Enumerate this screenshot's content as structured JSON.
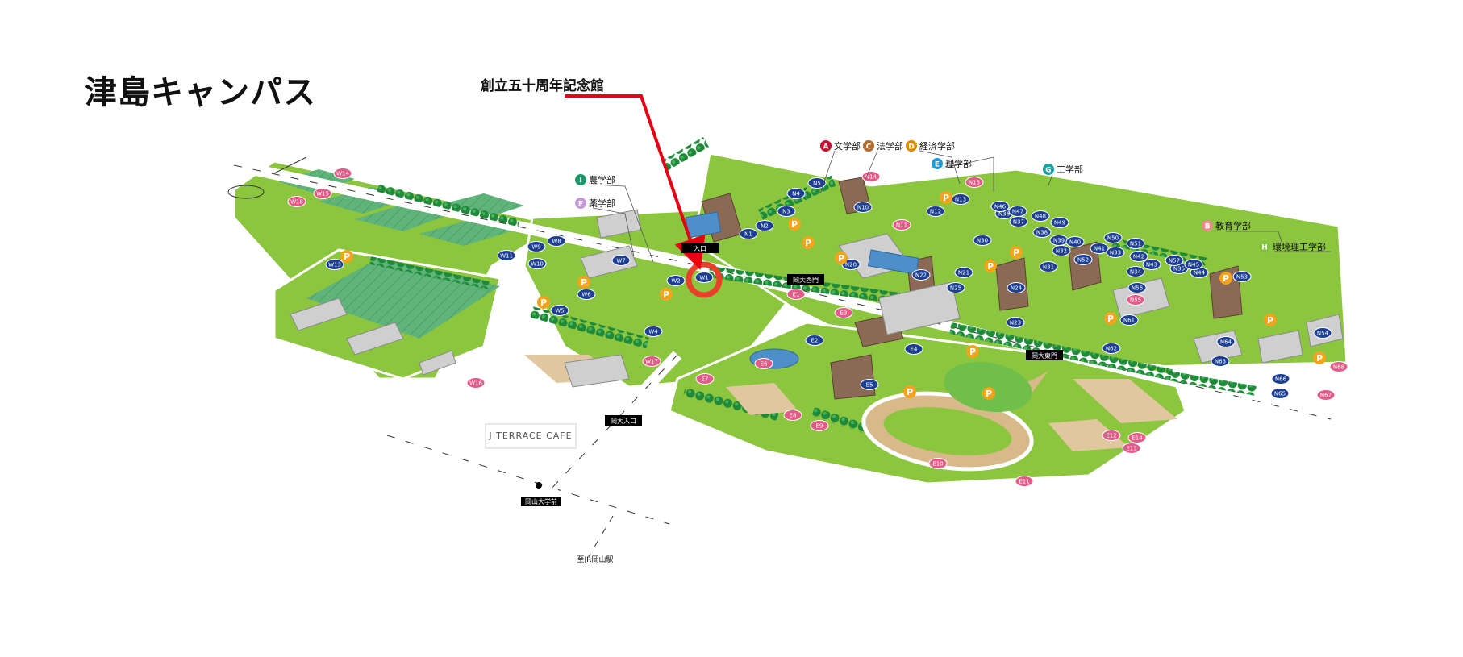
{
  "map": {
    "title": "津島キャンパス",
    "callout": "創立五十周年記念館",
    "faculties": [
      {
        "letter": "A",
        "name": "文学部",
        "color": "#c8102e"
      },
      {
        "letter": "C",
        "name": "法学部",
        "color": "#b46a2a"
      },
      {
        "letter": "D",
        "name": "経済学部",
        "color": "#e08a00"
      },
      {
        "letter": "E",
        "name": "理学部",
        "color": "#1e9bd7"
      },
      {
        "letter": "G",
        "name": "工学部",
        "color": "#1aa3a3"
      },
      {
        "letter": "I",
        "name": "農学部",
        "color": "#1a9a6a"
      },
      {
        "letter": "F",
        "name": "薬学部",
        "color": "#c79ad6"
      },
      {
        "letter": "B",
        "name": "教育学部",
        "color": "#e98a8a"
      },
      {
        "letter": "H",
        "name": "環境理工学部",
        "color": "#7fc241"
      }
    ],
    "gates": {
      "north": "入口",
      "west": "岡大西門",
      "east": "岡大東門",
      "south": "岡大入口"
    },
    "cafe": "J TERRACE CAFE",
    "bus_stop": "岡山大学前",
    "station": "至JR岡山駅",
    "buildings": [
      {
        "id": "W1",
        "kind": "blue"
      },
      {
        "id": "W2",
        "kind": "blue"
      },
      {
        "id": "W4",
        "kind": "blue"
      },
      {
        "id": "W5",
        "kind": "blue"
      },
      {
        "id": "W6",
        "kind": "blue"
      },
      {
        "id": "W7",
        "kind": "blue"
      },
      {
        "id": "W8",
        "kind": "blue"
      },
      {
        "id": "W9",
        "kind": "blue"
      },
      {
        "id": "W10",
        "kind": "blue"
      },
      {
        "id": "W11",
        "kind": "blue"
      },
      {
        "id": "W13",
        "kind": "blue"
      },
      {
        "id": "W14",
        "kind": "pink"
      },
      {
        "id": "W15",
        "kind": "pink"
      },
      {
        "id": "W16",
        "kind": "pink"
      },
      {
        "id": "W17",
        "kind": "pink"
      },
      {
        "id": "W18",
        "kind": "pink"
      },
      {
        "id": "N1",
        "kind": "blue"
      },
      {
        "id": "N2",
        "kind": "blue"
      },
      {
        "id": "N3",
        "kind": "blue"
      },
      {
        "id": "N4",
        "kind": "blue"
      },
      {
        "id": "N5",
        "kind": "blue"
      },
      {
        "id": "N10",
        "kind": "blue"
      },
      {
        "id": "N12",
        "kind": "blue"
      },
      {
        "id": "N13",
        "kind": "blue"
      },
      {
        "id": "N14",
        "kind": "pink"
      },
      {
        "id": "N15",
        "kind": "pink"
      },
      {
        "id": "N11",
        "kind": "pink"
      },
      {
        "id": "N20",
        "kind": "blue"
      },
      {
        "id": "N21",
        "kind": "blue"
      },
      {
        "id": "N22",
        "kind": "blue"
      },
      {
        "id": "N23",
        "kind": "blue"
      },
      {
        "id": "N24",
        "kind": "blue"
      },
      {
        "id": "N25",
        "kind": "blue"
      },
      {
        "id": "N30",
        "kind": "blue"
      },
      {
        "id": "N31",
        "kind": "blue"
      },
      {
        "id": "N32",
        "kind": "blue"
      },
      {
        "id": "N33",
        "kind": "blue"
      },
      {
        "id": "N34",
        "kind": "blue"
      },
      {
        "id": "N35",
        "kind": "blue"
      },
      {
        "id": "N36",
        "kind": "blue"
      },
      {
        "id": "N37",
        "kind": "blue"
      },
      {
        "id": "N38",
        "kind": "blue"
      },
      {
        "id": "N39",
        "kind": "blue"
      },
      {
        "id": "N40",
        "kind": "blue"
      },
      {
        "id": "N41",
        "kind": "blue"
      },
      {
        "id": "N42",
        "kind": "blue"
      },
      {
        "id": "N43",
        "kind": "blue"
      },
      {
        "id": "N44",
        "kind": "blue"
      },
      {
        "id": "N45",
        "kind": "blue"
      },
      {
        "id": "N46",
        "kind": "blue"
      },
      {
        "id": "N47",
        "kind": "blue"
      },
      {
        "id": "N48",
        "kind": "blue"
      },
      {
        "id": "N49",
        "kind": "blue"
      },
      {
        "id": "N50",
        "kind": "blue"
      },
      {
        "id": "N51",
        "kind": "blue"
      },
      {
        "id": "N52",
        "kind": "blue"
      },
      {
        "id": "N53",
        "kind": "blue"
      },
      {
        "id": "N54",
        "kind": "blue"
      },
      {
        "id": "N55",
        "kind": "pink"
      },
      {
        "id": "N56",
        "kind": "blue"
      },
      {
        "id": "N57",
        "kind": "blue"
      },
      {
        "id": "N61",
        "kind": "blue"
      },
      {
        "id": "N62",
        "kind": "blue"
      },
      {
        "id": "N63",
        "kind": "blue"
      },
      {
        "id": "N64",
        "kind": "blue"
      },
      {
        "id": "N65",
        "kind": "blue"
      },
      {
        "id": "N66",
        "kind": "blue"
      },
      {
        "id": "N67",
        "kind": "pink"
      },
      {
        "id": "N68",
        "kind": "pink"
      },
      {
        "id": "E1",
        "kind": "pink"
      },
      {
        "id": "E2",
        "kind": "blue"
      },
      {
        "id": "E3",
        "kind": "pink"
      },
      {
        "id": "E4",
        "kind": "blue"
      },
      {
        "id": "E5",
        "kind": "blue"
      },
      {
        "id": "E6",
        "kind": "pink"
      },
      {
        "id": "E7",
        "kind": "pink"
      },
      {
        "id": "E8",
        "kind": "pink"
      },
      {
        "id": "E9",
        "kind": "pink"
      },
      {
        "id": "E10",
        "kind": "pink"
      },
      {
        "id": "E11",
        "kind": "pink"
      },
      {
        "id": "E12",
        "kind": "pink"
      },
      {
        "id": "E13",
        "kind": "pink"
      },
      {
        "id": "E14",
        "kind": "pink"
      }
    ],
    "parking_label": "P",
    "colors": {
      "lawn": "#8cc63f",
      "lawn_dark": "#5ea84a",
      "field": "#5fb47a",
      "tree": "#1f8a3a",
      "road": "#ffffff",
      "path": "#e6e6e6",
      "building": "#8a6a55",
      "building_light": "#cfcfcf",
      "parking": "#f4a31b",
      "arrow": "#e60012",
      "badge_blue": "#1c3f94",
      "badge_pink": "#e45b88"
    }
  }
}
